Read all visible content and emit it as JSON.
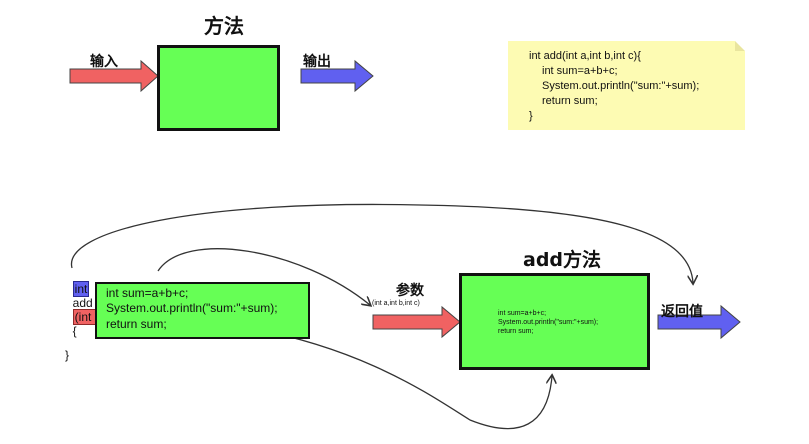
{
  "top": {
    "title": "方法",
    "input_label": "输入",
    "output_label": "输出"
  },
  "note": {
    "lines": [
      "int add(int a,int b,int c){",
      "int sum=a+b+c;",
      "System.out.println(\"sum:\"+sum);",
      "return sum;",
      "}"
    ]
  },
  "bottom": {
    "signature": {
      "return_type": "int",
      "name": "add",
      "params": "(int a,int b,int c)",
      "brace": "{"
    },
    "body_lines": [
      "int sum=a+b+c;",
      "System.out.println(\"sum:\"+sum);",
      "return sum;"
    ],
    "closing_brace": "}",
    "params_label": "参数",
    "params_sub": "(int a,int b,int c)",
    "method_title": "add方法",
    "method_box_lines": [
      "int sum=a+b+c;",
      "System.out.println(\"sum:\"+sum);",
      "return sum;"
    ],
    "return_label": "返回值"
  },
  "colors": {
    "green": "#66ff55",
    "red_arrow": "#f06262",
    "blue_arrow": "#6060f0",
    "note_yellow": "#fdfbb3",
    "cube_orange": "#f07a20"
  }
}
